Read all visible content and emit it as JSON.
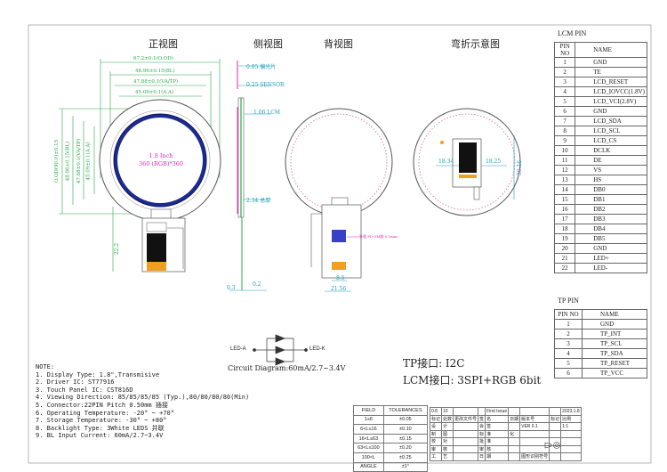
{
  "views": {
    "front": "正视图",
    "side": "侧视图",
    "back": "背视图",
    "bend": "弯折示意图"
  },
  "front_dims": {
    "d1": "67.2±0.1(O.OD)",
    "d2": "48.96±0.15(BL)",
    "d3": "47.88±0.1(VA/TP)",
    "d4": "45.09±0.1(A.A)",
    "v1": "O.OD(90.0)±0.15",
    "v2": "48.96±0.15(BL)",
    "v3": "47.88±0.1(VA/TP)",
    "v4": "45.09±0.1(A.A)",
    "fpc_len": "22.2"
  },
  "screen_label": {
    "line1": "1.8 Inch",
    "line2": "360 (RGB)*360"
  },
  "side_dims": {
    "a": "0.85 偏光片",
    "b": "0.25 SENSOR",
    "c": "1.06 LCM",
    "d": "2.34 总厚",
    "e": "0.3",
    "f": "0.2"
  },
  "back_dims": {
    "stiff": "补强  PI+3M胶 0.1mm",
    "w1": "8.5",
    "w2": "21.56"
  },
  "bend_dims": {
    "left": "18.34",
    "right": "18.25",
    "height": "30.16"
  },
  "lcm_pin": {
    "title": "LCM PIN",
    "header": [
      "PIN NO",
      "NAME"
    ],
    "rows": [
      [
        "1",
        "GND"
      ],
      [
        "2",
        "TE"
      ],
      [
        "3",
        "LCD_RESET"
      ],
      [
        "4",
        "LCD_IOVCC(1.8V)"
      ],
      [
        "5",
        "LCD_VCI(2.8V)"
      ],
      [
        "6",
        "GND"
      ],
      [
        "7",
        "LCD_SDA"
      ],
      [
        "8",
        "LCD_SCL"
      ],
      [
        "9",
        "LCD_CS"
      ],
      [
        "10",
        "DCLK"
      ],
      [
        "11",
        "DE"
      ],
      [
        "12",
        "VS"
      ],
      [
        "13",
        "HS"
      ],
      [
        "14",
        "DB0"
      ],
      [
        "15",
        "DB1"
      ],
      [
        "16",
        "DB2"
      ],
      [
        "17",
        "DB3"
      ],
      [
        "18",
        "DB4"
      ],
      [
        "19",
        "DB5"
      ],
      [
        "20",
        "GND"
      ],
      [
        "21",
        "LED+"
      ],
      [
        "22",
        "LED-"
      ]
    ]
  },
  "tp_pin": {
    "title": "TP PIN",
    "header": [
      "PIN NO",
      "NAME"
    ],
    "rows": [
      [
        "1",
        "GND"
      ],
      [
        "2",
        "TP_INT"
      ],
      [
        "3",
        "TP_SCL"
      ],
      [
        "4",
        "TP_SDA"
      ],
      [
        "5",
        "TP_RESET"
      ],
      [
        "6",
        "TP_VCC"
      ]
    ]
  },
  "circuit": {
    "led_a": "LED-A",
    "led_k": "LED-K",
    "caption": "Circuit Diagram:60mA/2.7~3.4V"
  },
  "interfaces": {
    "tp": "TP接口: I2C",
    "lcm": "LCM接口: 3SPI+RGB 6bit"
  },
  "notes": {
    "title": "NOTE:",
    "lines": [
      "1. Display Type: 1.8\",Transmisive",
      "2. Driver IC: ST77916",
      "3. Touch Panel IC: CST816D",
      "4. Viewing Direction: 85/85/85/85 (Typ.),80/80/80/80(Min)",
      "5. Connector:22PIN Pitch 0.50mm 插接",
      "6. Operating Temperature: -20° ~ +70°",
      "7. Storage Temperature: -30° ~ +80°",
      "8. Backlight Type: 3White LEDS 并联",
      "9. BL Input Current: 60mA/2.7~3.4V"
    ]
  },
  "tolerance": {
    "header": [
      "FIELD",
      "TOLERANCES"
    ],
    "rows": [
      [
        "1≤6",
        "±0.05"
      ],
      [
        "6<L≤16",
        "±0.10"
      ],
      [
        "16<L≤63",
        "±0.15"
      ],
      [
        "63<L≤100",
        "±0.20"
      ],
      [
        "100<L",
        "±0.25"
      ],
      [
        "ANGLE",
        "±1°"
      ]
    ]
  },
  "title_block": {
    "r1": [
      "0.8",
      "10",
      "",
      "",
      "First Issue",
      "",
      "",
      "",
      "2023.1.8"
    ],
    "r2": [
      "标记",
      "处数",
      "更改文件号",
      "签",
      "名",
      "日期",
      "版本号",
      "标记",
      "比例"
    ],
    "r3": [
      "设",
      "计",
      "",
      "会",
      "签",
      "",
      "VER 0.1",
      "",
      "1:1"
    ],
    "r4": [
      "制",
      "图",
      "",
      "标",
      "准",
      "化",
      "",
      "",
      ""
    ],
    "r5": [
      "校",
      "对",
      "",
      "批",
      "准",
      "",
      "",
      "",
      ""
    ],
    "r6": [
      "审",
      "核",
      "",
      "审",
      "核",
      "",
      "",
      "",
      ""
    ],
    "r7": [
      "工",
      "艺",
      "",
      "日",
      "期",
      "",
      "图形识别符号",
      "",
      ""
    ]
  },
  "colors": {
    "screen_fill": "#1d2a8f",
    "screen_label": "#d828b8",
    "dim_green": "#2aa84a",
    "dim_cyan": "#18a0c0",
    "fpc_orange": "#f0a020",
    "chip_black": "#111111"
  }
}
